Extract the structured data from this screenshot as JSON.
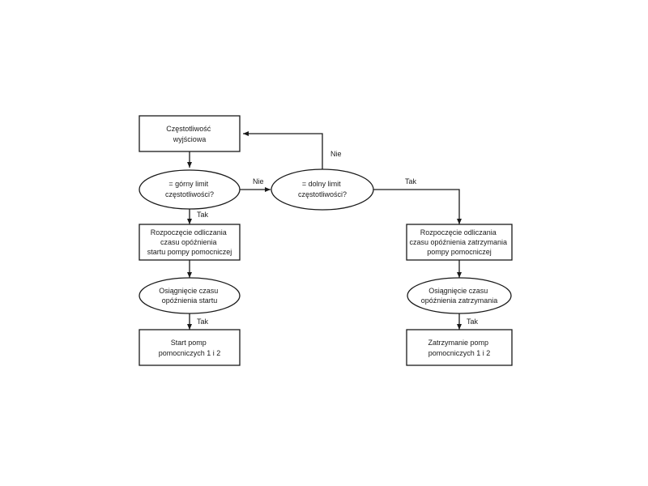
{
  "nodes": {
    "output_frequency": [
      "Częstotliwość",
      "wyjściowa"
    ],
    "upper_limit_decision": [
      "= górny limit",
      "częstotliwości?"
    ],
    "lower_limit_decision": [
      "= dolny limit",
      "częstotliwości?"
    ],
    "start_delay_countdown": [
      "Rozpoczęcie odliczania",
      "czasu opóźnienia",
      "startu pompy pomocniczej"
    ],
    "start_delay_reached": [
      "Osiągnięcie czasu",
      "opóźnienia startu"
    ],
    "start_pumps": [
      "Start pomp",
      "pomocniczych 1 i 2"
    ],
    "stop_delay_countdown": [
      "Rozpoczęcie odliczania",
      "czasu opóźnienia zatrzymania",
      "pompy pomocniczej"
    ],
    "stop_delay_reached": [
      "Osiągnięcie czasu",
      "opóźnienia zatrzymania"
    ],
    "stop_pumps": [
      "Zatrzymanie pomp",
      "pomocniczych 1 i 2"
    ]
  },
  "edge_labels": {
    "upper_no": "Nie",
    "lower_no_return": "Nie",
    "lower_yes": "Tak",
    "upper_yes": "Tak",
    "start_reached_yes": "Tak",
    "stop_reached_yes": "Tak"
  }
}
